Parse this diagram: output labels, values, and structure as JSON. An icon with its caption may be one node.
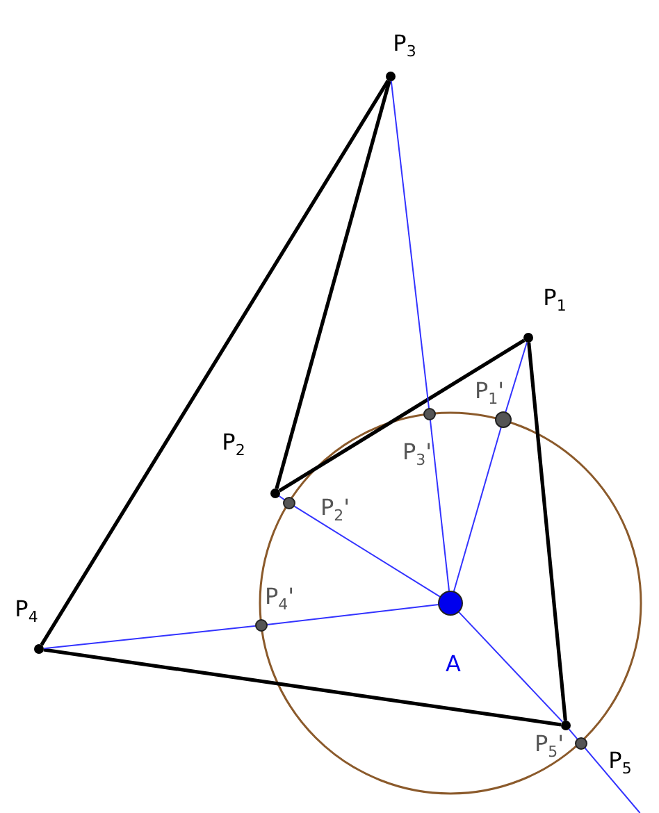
{
  "diagram": {
    "nodes": [
      {
        "text": [],
        "shape": "circle",
        "beside": [
          "P$_{3}$"
        ]
      },
      {
        "text": [],
        "shape": "circle",
        "beside": [
          "P$_{1}$"
        ]
      },
      {
        "text": [],
        "shape": "circle",
        "beside": [
          "P$_{1}$'"
        ]
      },
      {
        "text": [],
        "shape": "circle",
        "beside": [
          "P$_{3}$'"
        ]
      },
      {
        "text": [],
        "shape": "circle",
        "beside": [
          "P$_{2}$"
        ]
      },
      {
        "text": [],
        "shape": "circle",
        "beside": [
          "P$_{2}$'"
        ]
      },
      {
        "text": [],
        "shape": "circle",
        "beside": [
          "A"
        ]
      },
      {
        "text": [],
        "shape": "circle",
        "beside": [
          "P$_{4}$'"
        ]
      },
      {
        "text": [],
        "shape": "circle",
        "beside": [
          "P$_{4}$"
        ]
      },
      {
        "text": [],
        "shape": "circle",
        "beside": [
          "P$_{5}$'"
        ]
      },
      {
        "text": [],
        "shape": "circle",
        "beside": [
          "P$_{5}$"
        ]
      }
    ],
    "edges": [
      {
        "from": 0,
        "to": 4,
        "arrow": "none",
        "style": "thick",
        "color": "#000000"
      },
      {
        "from": 4,
        "to": 1,
        "arrow": "none",
        "style": "thick",
        "color": "#000000"
      },
      {
        "from": 1,
        "to": 9,
        "arrow": "none",
        "style": "thick",
        "color": "#000000"
      },
      {
        "from": 9,
        "to": 8,
        "arrow": "none",
        "style": "thick",
        "color": "#000000"
      },
      {
        "from": 8,
        "to": 0,
        "arrow": "none",
        "style": "thick",
        "color": "#000000"
      },
      {
        "from": 6,
        "to": 2,
        "arrow": "none"
      },
      {
        "from": 2,
        "to": 1,
        "arrow": "none"
      },
      {
        "from": 6,
        "to": 3,
        "arrow": "none"
      },
      {
        "from": 3,
        "to": 0,
        "arrow": "none"
      },
      {
        "from": 6,
        "to": 5,
        "arrow": "none"
      },
      {
        "from": 5,
        "to": 4,
        "arrow": "none"
      },
      {
        "from": 6,
        "to": 7,
        "arrow": "none"
      },
      {
        "from": 7,
        "to": 8,
        "arrow": "none"
      },
      {
        "from": 6,
        "to": 9,
        "arrow": "none"
      },
      {
        "from": 9,
        "to": 10,
        "arrow": "none"
      },
      {
        "from": 10,
        "to": null,
        "arrow": "none"
      }
    ]
  }
}
